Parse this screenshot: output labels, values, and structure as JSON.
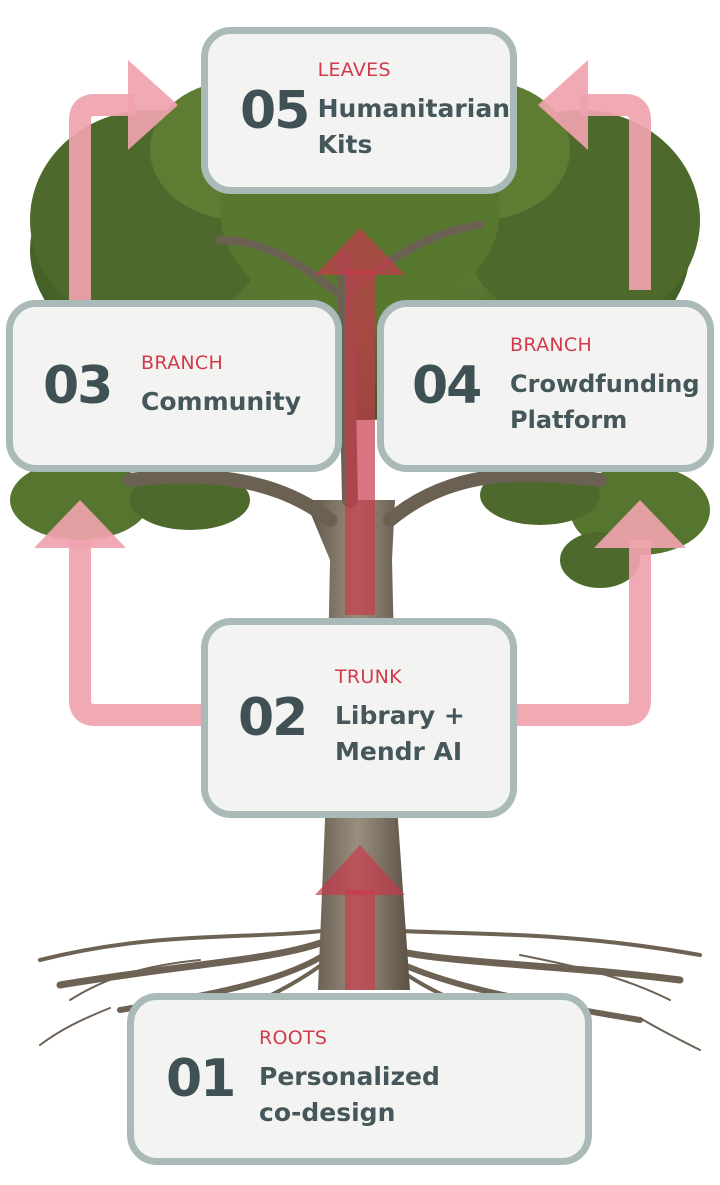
{
  "colors": {
    "accent": "#d23a4c",
    "card_border": "#a9bab8",
    "card_fill": "#f3f4f2",
    "number": "#3f5154",
    "arrow": "#f0a3ae"
  },
  "illustration": "tree-with-roots",
  "stages": [
    {
      "id": "roots",
      "number": "01",
      "tag": "ROOTS",
      "title": "Personalized\nco-design"
    },
    {
      "id": "trunk",
      "number": "02",
      "tag": "TRUNK",
      "title": "Library +\nMendr AI"
    },
    {
      "id": "community",
      "number": "03",
      "tag": "BRANCH",
      "title": "Community"
    },
    {
      "id": "crowdfunding",
      "number": "04",
      "tag": "BRANCH",
      "title": "Crowdfunding\nPlatform"
    },
    {
      "id": "leaves",
      "number": "05",
      "tag": "LEAVES",
      "title": "Humanitarian\nKits"
    }
  ]
}
